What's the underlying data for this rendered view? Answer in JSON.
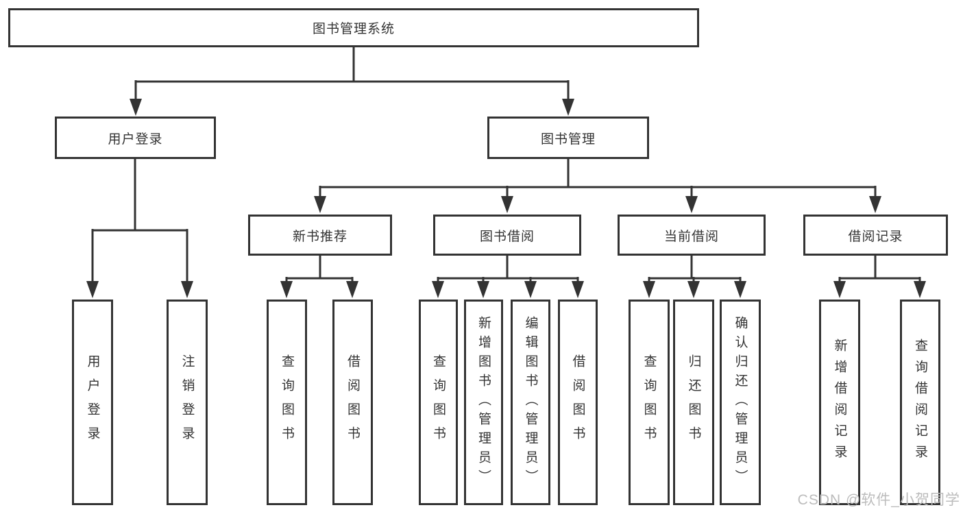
{
  "diagram": {
    "root": "图书管理系统",
    "level2": {
      "user_login": "用户登录",
      "book_management": "图书管理"
    },
    "level3": {
      "new_book": "新书推荐",
      "book_borrow": "图书借阅",
      "current_borrow": "当前借阅",
      "borrow_record": "借阅记录"
    },
    "leaves": {
      "user_login": [
        "用户登录",
        "注销登录"
      ],
      "new_book": [
        "查询图书",
        "借阅图书"
      ],
      "book_borrow": [
        "查询图书",
        "新增图书（管理员）",
        "编辑图书（管理员）",
        "借阅图书"
      ],
      "current_borrow": [
        "查询图书",
        "归还图书",
        "确认归还（管理员）"
      ],
      "borrow_record": [
        "新增借阅记录",
        "查询借阅记录"
      ]
    }
  },
  "watermark": "CSDN @软件_小贺同学",
  "colors": {
    "line": "#333333",
    "text": "#333333",
    "background": "#ffffff",
    "watermark": "#bcbcbc"
  }
}
